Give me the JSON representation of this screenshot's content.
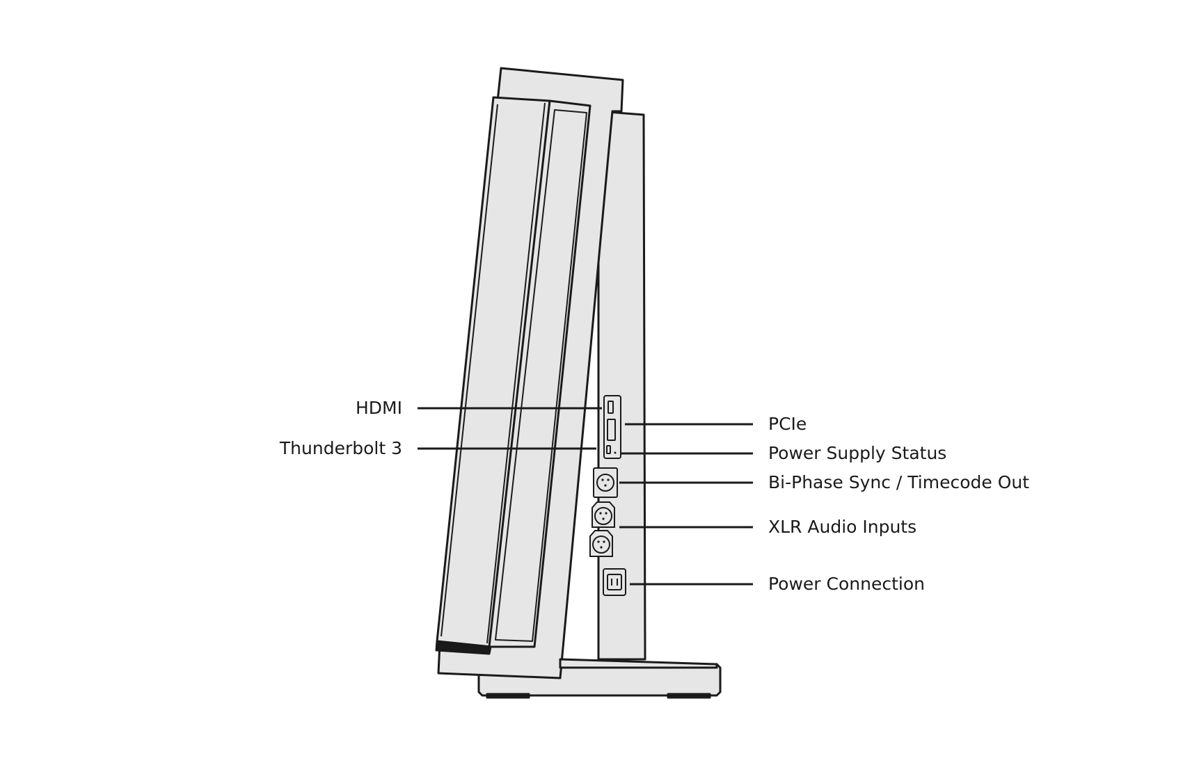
{
  "labels": {
    "hdmi": "HDMI",
    "thunderbolt": "Thunderbolt 3",
    "pcie": "PCIe",
    "power_status": "Power Supply Status",
    "biphase": "Bi-Phase Sync / Timecode Out",
    "xlr": "XLR Audio Inputs",
    "power_connection": "Power Connection"
  },
  "colors": {
    "body_fill": "#e6e6e6",
    "outline": "#1a1a1a",
    "background": "#ffffff"
  }
}
